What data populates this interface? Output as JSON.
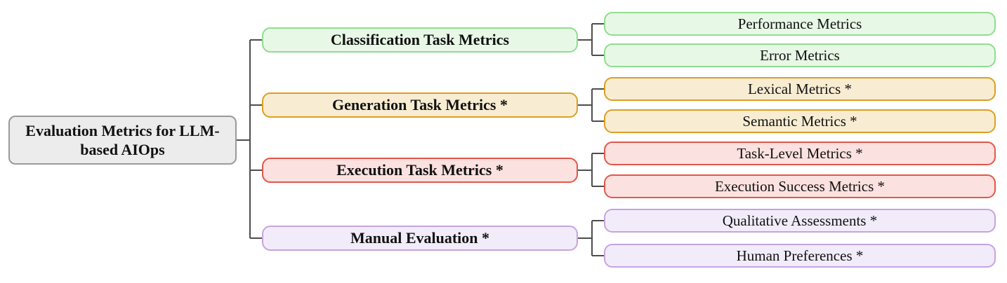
{
  "line_color": "#4d4d4d",
  "root": {
    "label": "Evaluation Metrics for LLM-based AIOps",
    "fill": "#ececec",
    "border": "#9a9a9a"
  },
  "branches": [
    {
      "label": "Classification Task Metrics",
      "fill": "#e8f8e6",
      "border": "#8fdd8f",
      "children": [
        {
          "label": "Performance Metrics"
        },
        {
          "label": "Error Metrics"
        }
      ]
    },
    {
      "label": "Generation Task Metrics *",
      "fill": "#f8edd2",
      "border": "#dd9e23",
      "children": [
        {
          "label": "Lexical Metrics *"
        },
        {
          "label": "Semantic Metrics *"
        }
      ]
    },
    {
      "label": "Execution Task Metrics *",
      "fill": "#fbe1df",
      "border": "#e2574b",
      "children": [
        {
          "label": "Task-Level Metrics *"
        },
        {
          "label": "Execution Success Metrics *"
        }
      ]
    },
    {
      "label": "Manual Evaluation *",
      "fill": "#f2ecfa",
      "border": "#c6a3e1",
      "children": [
        {
          "label": "Qualitative Assessments *"
        },
        {
          "label": "Human Preferences *"
        }
      ]
    }
  ]
}
